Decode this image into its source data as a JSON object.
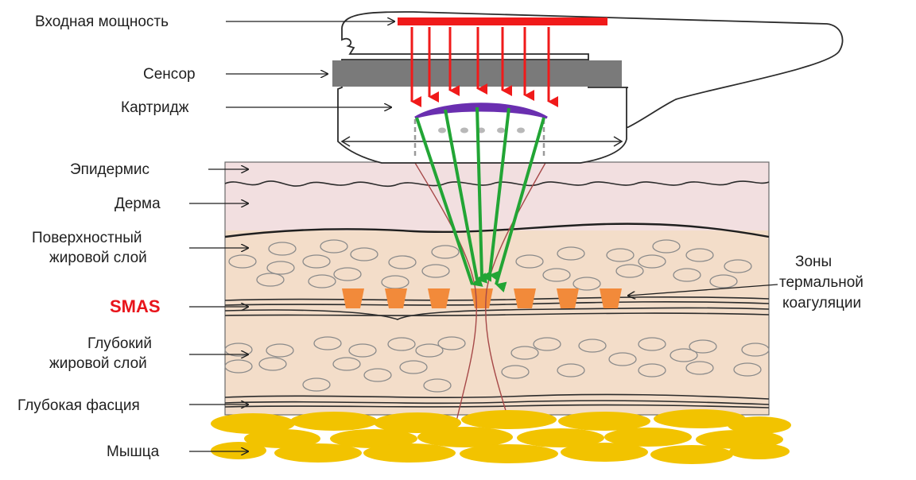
{
  "labels": {
    "input_power": "Входная мощность",
    "sensor": "Сенсор",
    "cartridge": "Картридж",
    "epidermis": "Эпидермис",
    "dermis": "Дерма",
    "superficial_fat_1": "Поверхностный",
    "superficial_fat_2": "жировой слой",
    "smas": "SMAS",
    "deep_fat_1": "Глубокий",
    "deep_fat_2": "жировой слой",
    "deep_fascia": "Глубокая фасция",
    "muscle": "Мышца"
  },
  "callout": {
    "line1": "Зоны",
    "line2": "термальной",
    "line3": "коагуляции"
  },
  "colors": {
    "input_power": "#f01a1a",
    "sensor": "#7a7a7a",
    "cartridge_lens": "#6a2fb0",
    "skin_top": "#f2dfe0",
    "skin_fat": "#f2dcc8",
    "ultrasound_beam": "#22a535",
    "coagulation_zone": "#f28a3a",
    "muscle": "#f2c300",
    "smas_label": "#e8141b"
  }
}
